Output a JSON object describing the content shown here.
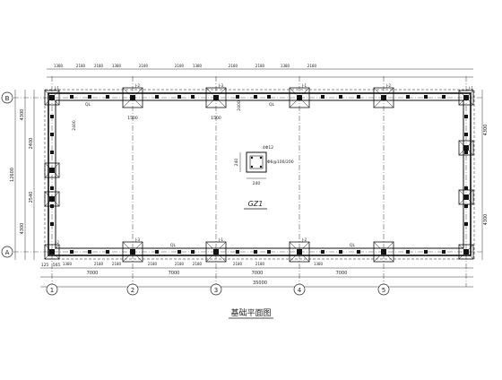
{
  "drawing": {
    "caption": "基础平面图",
    "grid_axes": {
      "vertical": [
        "1",
        "2",
        "3",
        "4",
        "5"
      ],
      "horizontal": [
        "A",
        "B"
      ]
    },
    "dimensions": {
      "bays": [
        "7000",
        "7000",
        "7000",
        "7000"
      ],
      "total_length": "35000",
      "end_left": "565",
      "edge_offset": "125",
      "span_total": "12600",
      "left_segments": [
        "4300",
        "2400",
        "2540",
        "4300"
      ],
      "right_segments": [
        "4300",
        "4300"
      ],
      "top_spacings": [
        "1380",
        "2180",
        "2180",
        "1380",
        "2180",
        "2180",
        "1380",
        "2180",
        "2180",
        "1380",
        "2180"
      ],
      "bottom_spacings": [
        "1380",
        "2180",
        "2180",
        "2180",
        "2180",
        "2180",
        "2180",
        "2180",
        "1380"
      ],
      "inner_dims": [
        "1500",
        "1500",
        "2400",
        "2400"
      ]
    },
    "column_detail": {
      "label": "GZ1",
      "width": "240",
      "height": "240",
      "rebar": "4Φ12",
      "stirrup": "Φ6@100/200"
    },
    "footing_tags": [
      "J-1",
      "J-2",
      "J-3",
      "J-1",
      "J-2",
      "J-1",
      "J-2",
      "J-3",
      "J-1",
      "J-2"
    ],
    "wall_tags": [
      "QL",
      "QL",
      "QL",
      "QL"
    ]
  }
}
